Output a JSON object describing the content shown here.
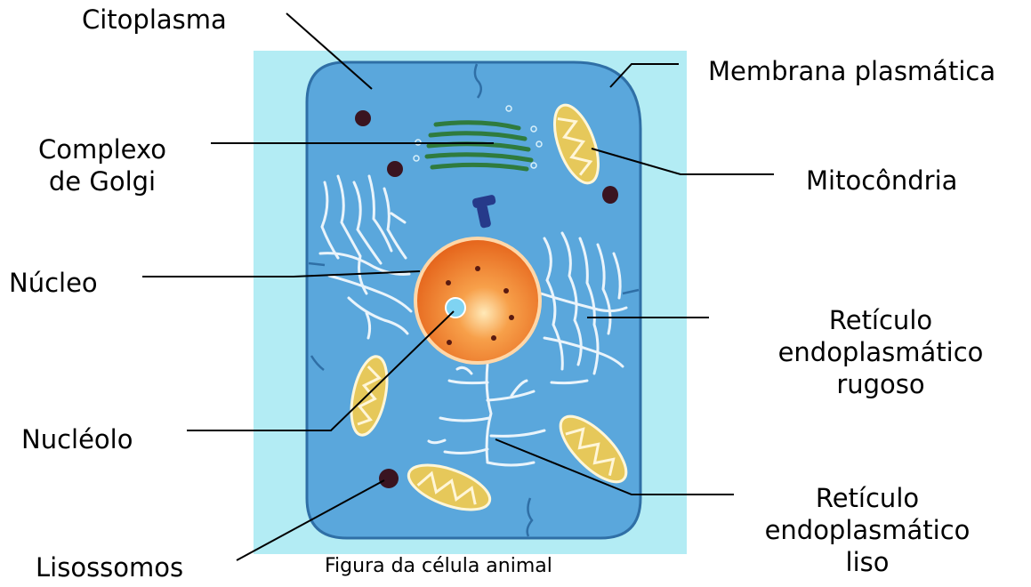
{
  "labels": {
    "citoplasma": "Citoplasma",
    "membrana": "Membrana plasmática",
    "golgi_line1": "Complexo",
    "golgi_line2": "de Golgi",
    "mitocondria": "Mitocôndria",
    "nucleo": "Núcleo",
    "rer_line1": "Retículo",
    "rer_line2": "endoplasmático",
    "rer_line3": "rugoso",
    "nucleolo": "Nucléolo",
    "ser_line1": "Retículo",
    "ser_line2": "endoplasmático",
    "ser_line3": "liso",
    "lisossomos": "Lisossomos"
  },
  "caption": "Figura da célula animal",
  "colors": {
    "background_panel": "#b3ecf4",
    "cytoplasm": "#5aa7dc",
    "membrane": "#2f6fa6",
    "nucleus": "#f07a1f",
    "nucleus_center": "#ffe0a0",
    "nucleolus": "#7fd3f2",
    "golgi": "#2f7b3e",
    "mitochondria": "#e6c85a",
    "lysosome": "#3a1420",
    "reticulum": "#eaf4fb"
  }
}
